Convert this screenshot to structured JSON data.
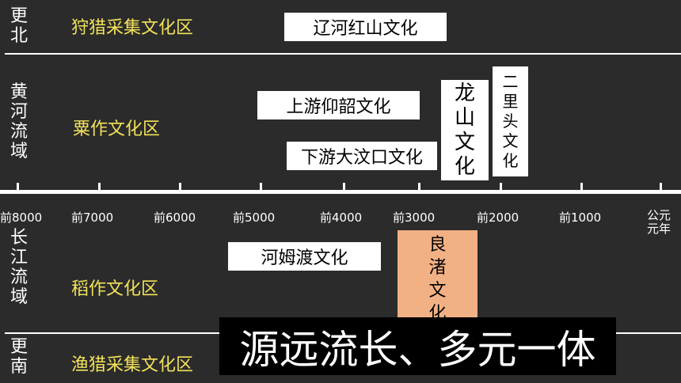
{
  "regions": {
    "far_north": "更北",
    "yellow_river": "黄河流域",
    "yangtze": "长江流域",
    "far_south": "更南"
  },
  "zones": {
    "hunting_gathering_north": "狩猎采集文化区",
    "millet": "粟作文化区",
    "rice": "稻作文化区",
    "fishing_hunting_south": "渔猎采集文化区"
  },
  "cultures": {
    "liaohe_hongshan": "辽河红山文化",
    "upper_yangshao": "上游仰韶文化",
    "lower_dawenkou": "下游大汶口文化",
    "longshan": "龙山文化",
    "erlitou": "二里头文化",
    "hemudu": "河姆渡文化",
    "liangzhu": "良渚文化"
  },
  "timeline": {
    "ticks": [
      "前8000",
      "前7000",
      "前6000",
      "前5000",
      "前4000",
      "前3000",
      "前2000",
      "前1000",
      "公元元年"
    ]
  },
  "banner": "源远流长、多元一体",
  "colors": {
    "background": "#2b2b2b",
    "zone_text": "#f2e15a",
    "liangzhu_box": "#f2b184"
  }
}
